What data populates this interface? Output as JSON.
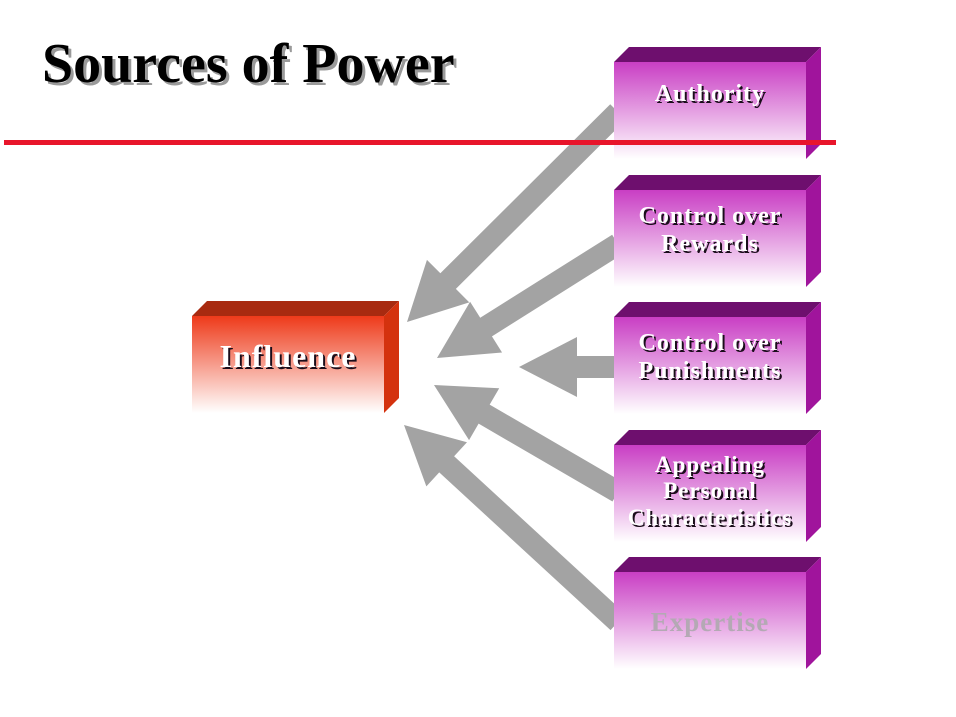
{
  "title": "Sources of Power",
  "target": {
    "label": "Influence"
  },
  "sources": [
    {
      "label": "Authority"
    },
    {
      "label": "Control over\nRewards"
    },
    {
      "label": "Control over\nPunishments"
    },
    {
      "label": "Appealing\nPersonal\nCharacteristics"
    },
    {
      "label": "Expertise"
    }
  ],
  "colors": {
    "title_rule": "#e8152b",
    "arrow": "#a3a3a3",
    "influence_top": "#a82a10",
    "influence_side": "#d4320e",
    "influence_front": "#ee3a1a",
    "source_top": "#6e0f6e",
    "source_side": "#a0149c",
    "source_front": "#c93ec4",
    "label_text": "#ffffff",
    "label_shadow": "#1a0d1a",
    "expertise_text": "#b4a9b4"
  }
}
